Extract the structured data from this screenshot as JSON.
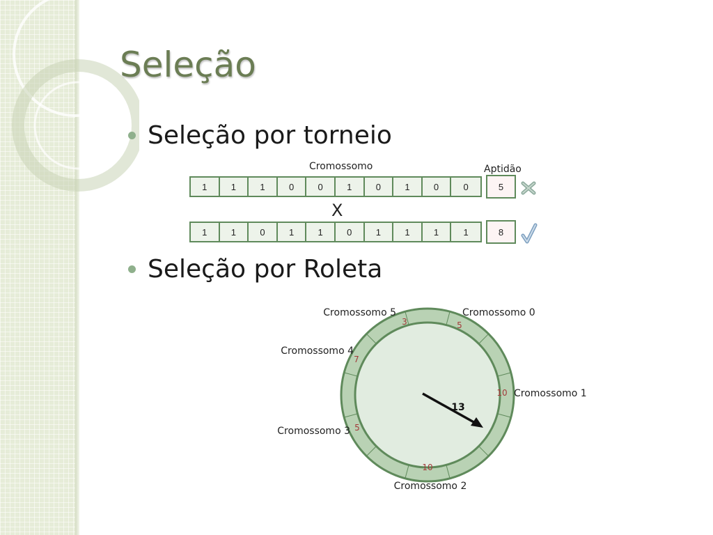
{
  "slide": {
    "title": "Seleção",
    "bullets": [
      {
        "text": "Seleção por torneio"
      },
      {
        "text": "Seleção por Roleta"
      }
    ]
  },
  "tournament": {
    "chromosome_label": "Cromossomo",
    "fitness_label": "Aptidão",
    "vs_symbol": "X",
    "chromosomes": [
      {
        "genes": [
          "1",
          "1",
          "1",
          "0",
          "0",
          "1",
          "0",
          "1",
          "0",
          "0"
        ],
        "fitness": "5",
        "result_icon": "cross-icon"
      },
      {
        "genes": [
          "1",
          "1",
          "0",
          "1",
          "1",
          "0",
          "1",
          "1",
          "1",
          "1"
        ],
        "fitness": "8",
        "result_icon": "check-icon"
      }
    ]
  },
  "roulette": {
    "pointer_value": "13",
    "segments": [
      {
        "label": "Cromossomo 0",
        "value": "5"
      },
      {
        "label": "Cromossomo 1",
        "value": "10"
      },
      {
        "label": "Cromossomo 2",
        "value": "10"
      },
      {
        "label": "Cromossomo 3",
        "value": "5"
      },
      {
        "label": "Cromossomo 4",
        "value": "7"
      },
      {
        "label": "Cromossomo 5",
        "value": "3"
      }
    ]
  },
  "colors": {
    "title": "#6b7d54",
    "border_green": "#5f8a5b",
    "value_red": "#a33a3a",
    "bullet_dot": "#8fb08c"
  }
}
